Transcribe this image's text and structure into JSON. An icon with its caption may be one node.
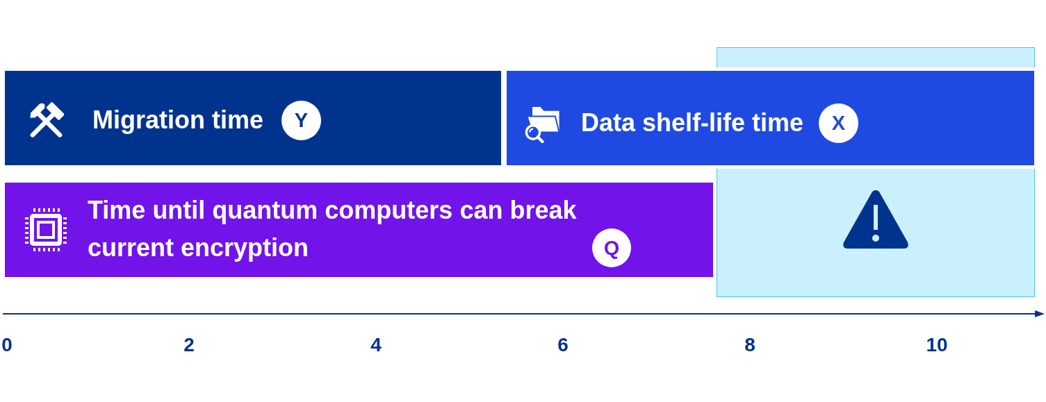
{
  "diagram": {
    "nodes": [
      {
        "text": [
          "Migration time"
        ]
      },
      {
        "text": [
          "Y"
        ],
        "in": 0
      },
      {
        "text": [
          "Data shelf-life time"
        ]
      },
      {
        "text": [
          "X"
        ],
        "in": 2
      },
      {
        "text": [
          "Time until quantum computers can break current encryption"
        ]
      },
      {
        "text": [
          "Q"
        ],
        "in": 4
      },
      {
        "text": [],
        "shape": "box"
      }
    ],
    "labels": [
      "0",
      "2",
      "4",
      "6",
      "8",
      "10"
    ]
  }
}
